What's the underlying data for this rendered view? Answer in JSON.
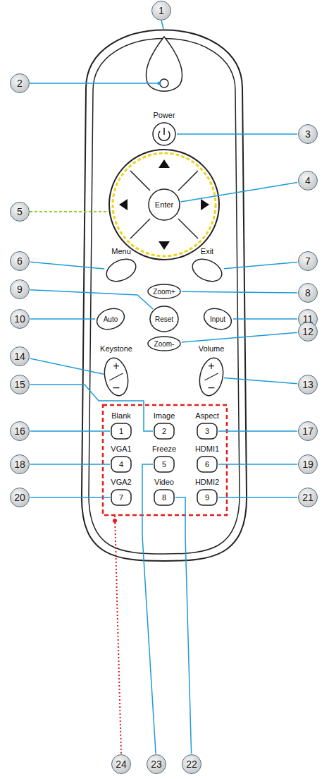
{
  "diagram": {
    "nodes": [
      {
        "text": [
          "1"
        ]
      },
      {
        "text": [
          "2"
        ]
      },
      {
        "text": [
          "3"
        ]
      },
      {
        "text": [
          "4"
        ]
      },
      {
        "text": [
          "5"
        ]
      },
      {
        "text": [
          "6"
        ]
      },
      {
        "text": [
          "7"
        ]
      },
      {
        "text": [
          "8"
        ]
      },
      {
        "text": [
          "9"
        ]
      },
      {
        "text": [
          "10"
        ]
      },
      {
        "text": [
          "11"
        ]
      },
      {
        "text": [
          "12"
        ]
      },
      {
        "text": [
          "13"
        ]
      },
      {
        "text": [
          "14"
        ]
      },
      {
        "text": [
          "15"
        ]
      },
      {
        "text": [
          "16"
        ]
      },
      {
        "text": [
          "17"
        ]
      },
      {
        "text": [
          "18"
        ]
      },
      {
        "text": [
          "19"
        ]
      },
      {
        "text": [
          "20"
        ]
      },
      {
        "text": [
          "21"
        ]
      },
      {
        "text": [
          "22"
        ]
      },
      {
        "text": [
          "23"
        ]
      },
      {
        "text": [
          "24"
        ]
      },
      {
        "text": [
          "Power"
        ]
      },
      {
        "text": [
          "Enter"
        ]
      },
      {
        "text": [
          "Menu"
        ]
      },
      {
        "text": [
          "Exit"
        ]
      },
      {
        "text": [
          "Zoom+"
        ]
      },
      {
        "text": [
          "Reset"
        ]
      },
      {
        "text": [
          "Auto"
        ]
      },
      {
        "text": [
          "Input"
        ]
      },
      {
        "text": [
          "Zoom-"
        ]
      },
      {
        "text": [
          "Keystone",
          "+",
          "–"
        ]
      },
      {
        "text": [
          "Volume",
          "+",
          "–"
        ]
      },
      {
        "text": [
          "Blank",
          "1"
        ]
      },
      {
        "text": [
          "Image",
          "2"
        ]
      },
      {
        "text": [
          "Aspect",
          "3"
        ]
      },
      {
        "text": [
          "VGA1",
          "4"
        ]
      },
      {
        "text": [
          "Freeze",
          "5"
        ]
      },
      {
        "text": [
          "HDMI1",
          "6"
        ]
      },
      {
        "text": [
          "VGA2",
          "7"
        ]
      },
      {
        "text": [
          "Video",
          "8"
        ]
      },
      {
        "text": [
          "HDMI2",
          "9"
        ]
      }
    ],
    "edges": [
      {
        "from": 2,
        "to": 24,
        "arrow": "none"
      },
      {
        "from": 3,
        "to": 25,
        "arrow": "none"
      },
      {
        "from": 5,
        "to": 26,
        "arrow": "none"
      },
      {
        "from": 6,
        "to": 27,
        "arrow": "none"
      },
      {
        "from": 7,
        "to": 28,
        "arrow": "none"
      },
      {
        "from": 8,
        "to": 29,
        "arrow": "none"
      },
      {
        "from": 9,
        "to": 30,
        "arrow": "none"
      },
      {
        "from": 10,
        "to": 31,
        "arrow": "none"
      },
      {
        "from": 11,
        "to": 32,
        "arrow": "none"
      },
      {
        "from": 12,
        "to": 34,
        "arrow": "none"
      },
      {
        "from": 13,
        "to": 33,
        "arrow": "none"
      },
      {
        "from": 14,
        "to": 36,
        "arrow": "none"
      },
      {
        "from": 15,
        "to": 35,
        "arrow": "none"
      },
      {
        "from": 16,
        "to": 37,
        "arrow": "none"
      },
      {
        "from": 17,
        "to": 38,
        "arrow": "none"
      },
      {
        "from": 18,
        "to": 40,
        "arrow": "none"
      },
      {
        "from": 19,
        "to": 41,
        "arrow": "none"
      },
      {
        "from": 20,
        "to": 43,
        "arrow": "none"
      },
      {
        "from": 21,
        "to": 42,
        "arrow": "none"
      },
      {
        "from": 22,
        "to": 39,
        "arrow": "none"
      }
    ]
  }
}
